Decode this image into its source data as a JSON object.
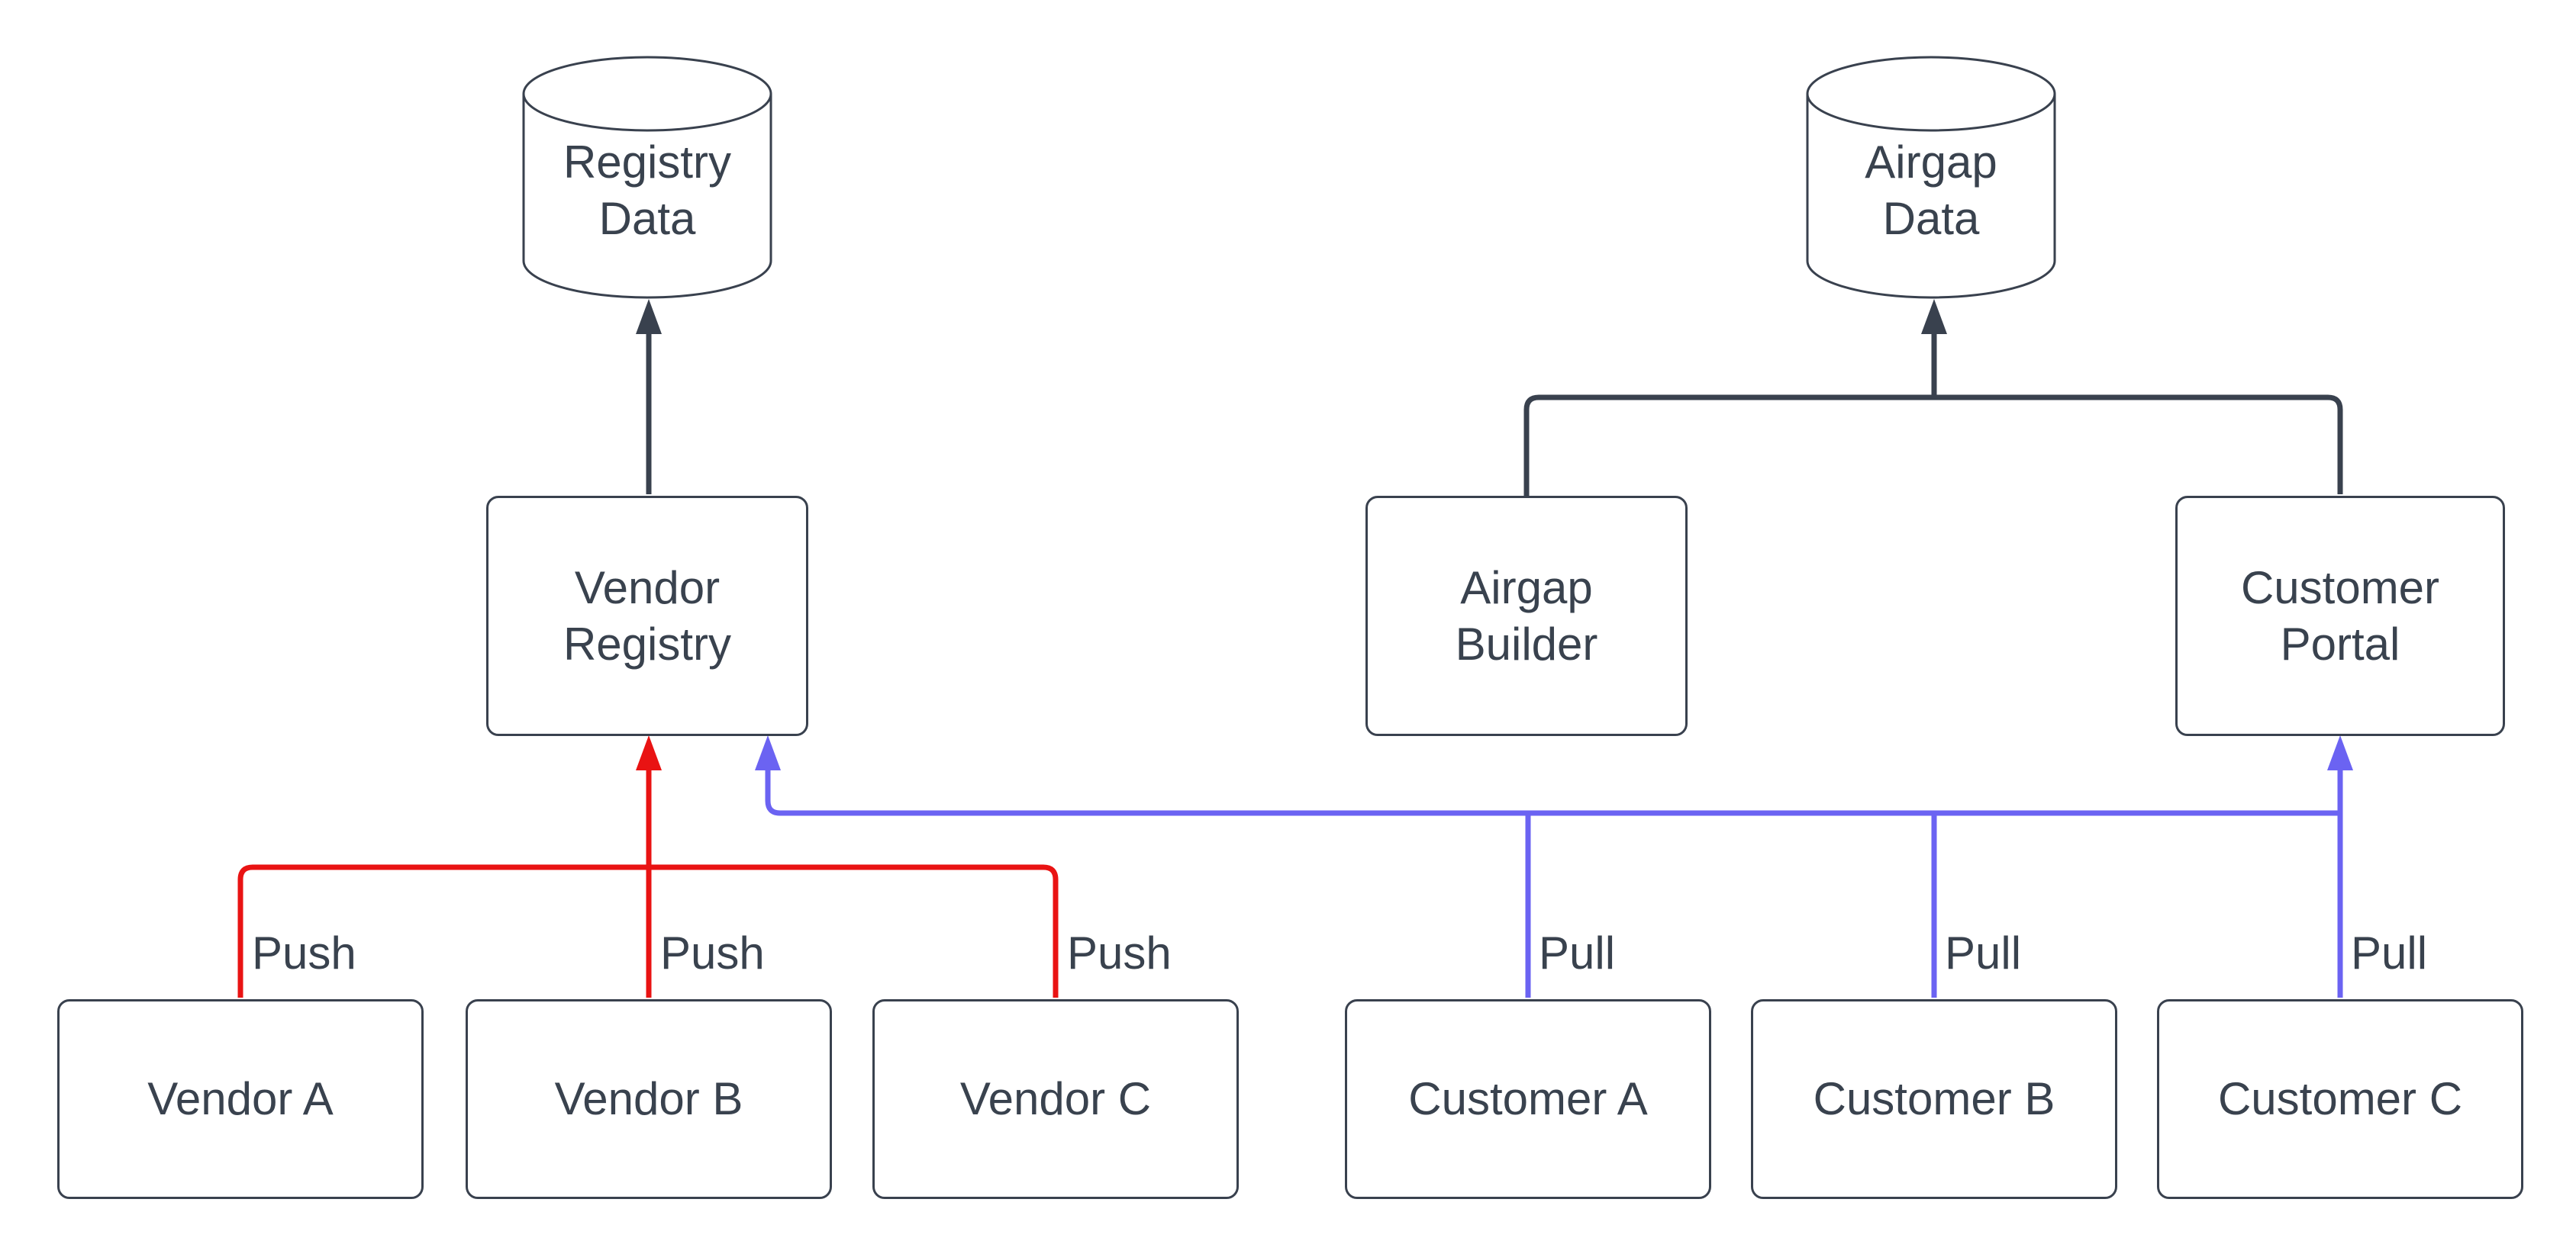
{
  "diagram": {
    "colors": {
      "canvas_bg": "#ffffff",
      "node_fill": "#ffffff",
      "stroke_dark": "#39414e",
      "push_red": "#e91313",
      "pull_blue": "#6b63f2",
      "text_color": "#39424e"
    },
    "datastores": {
      "registry_data": {
        "label": "Registry\nData"
      },
      "airgap_data": {
        "label": "Airgap\nData"
      }
    },
    "services": {
      "vendor_registry": {
        "label": "Vendor\nRegistry"
      },
      "airgap_builder": {
        "label": "Airgap\nBuilder"
      },
      "customer_portal": {
        "label": "Customer\nPortal"
      }
    },
    "vendors": {
      "vendor_a": {
        "label": "Vendor A"
      },
      "vendor_b": {
        "label": "Vendor B"
      },
      "vendor_c": {
        "label": "Vendor C"
      }
    },
    "customers": {
      "customer_a": {
        "label": "Customer A"
      },
      "customer_b": {
        "label": "Customer B"
      },
      "customer_c": {
        "label": "Customer C"
      }
    },
    "edge_labels": {
      "push_a": "Push",
      "push_b": "Push",
      "push_c": "Push",
      "pull_a": "Pull",
      "pull_b": "Pull",
      "pull_c": "Pull"
    }
  }
}
